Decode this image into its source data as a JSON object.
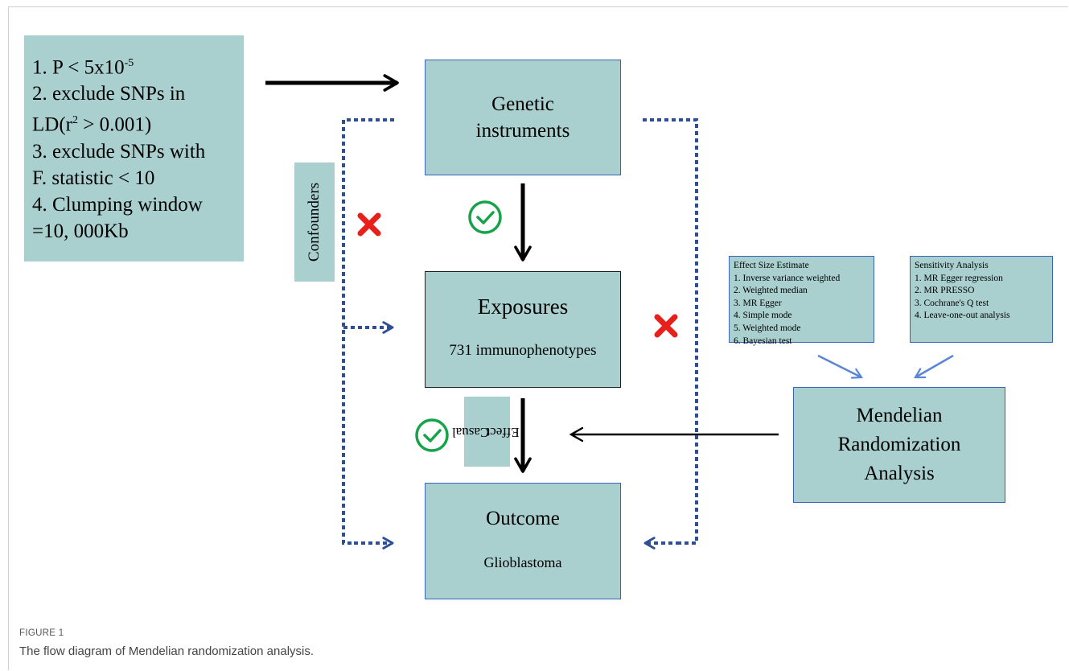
{
  "criteria": {
    "line1_prefix": "1. P < 5x10",
    "line1_sup": "-5",
    "line2": "2. exclude SNPs in",
    "line3_prefix": "LD(r",
    "line3_sup": "2",
    "line3_suffix": " > 0.001)",
    "line4": "3. exclude SNPs with",
    "line5": "F. statistic < 10",
    "line6": "4. Clumping window",
    "line7": "=10, 000Kb"
  },
  "genetic": {
    "line1": "Genetic",
    "line2": "instruments"
  },
  "exposures": {
    "title": "Exposures",
    "subtitle": "731 immunophenotypes"
  },
  "outcome": {
    "title": "Outcome",
    "subtitle": "Glioblastoma"
  },
  "confounders_label": "Confounders",
  "casual": {
    "line1": "Casual",
    "line2": "Effect"
  },
  "effect_size": {
    "title": "Effect Size Estimate",
    "items": [
      "1. Inverse variance weighted",
      "2. Weighted median",
      "3. MR Egger",
      "4. Simple mode",
      "5. Weighted mode",
      "6. Bayesian test"
    ]
  },
  "sensitivity": {
    "title": "Sensitivity Analysis",
    "items": [
      "1. MR Egger regression",
      "2. MR PRESSO",
      "3. Cochrane's Q test",
      "4. Leave-one-out analysis"
    ]
  },
  "mr": {
    "line1": "Mendelian",
    "line2": "Randomization",
    "line3": "Analysis"
  },
  "caption": {
    "label": "FIGURE 1",
    "text": "The flow diagram of Mendelian randomization analysis."
  },
  "colors": {
    "box_fill": "#a9cfcf",
    "box_border": "#3a64b8",
    "dotted": "#2e4f96",
    "thin_arrow": "#5b86d6",
    "cross": "#e8201c",
    "check": "#16a34a"
  }
}
